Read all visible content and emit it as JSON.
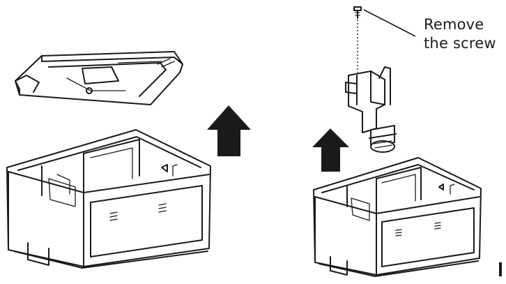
{
  "callout": {
    "line1": "Remove",
    "line2": "the screw"
  },
  "icons": {
    "lift_arrow": "up-arrow",
    "screw": "screw-icon"
  },
  "colors": {
    "ink": "#1a1a1a",
    "background": "#ffffff"
  }
}
